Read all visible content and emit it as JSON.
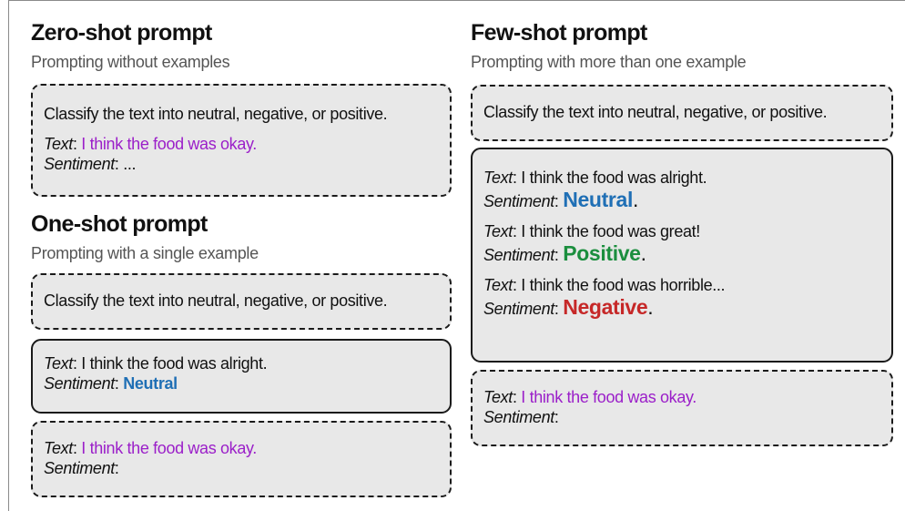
{
  "instruction": "Classify the text into neutral, negative, or positive.",
  "labels": {
    "text": "Text",
    "sentiment": "Sentiment",
    "colon": ":",
    "period": "."
  },
  "zero_shot": {
    "title": "Zero-shot prompt",
    "subtitle": "Prompting without examples",
    "query_text": "I think the food was okay.",
    "sentiment_value": "..."
  },
  "one_shot": {
    "title": "One-shot prompt",
    "subtitle": "Prompting with a single example",
    "example_text": "I think the food was alright.",
    "example_sentiment": "Neutral",
    "query_text": "I think the food was okay."
  },
  "few_shot": {
    "title": "Few-shot prompt",
    "subtitle": "Prompting with more than one example",
    "examples": [
      {
        "text": "I think the food was alright.",
        "sentiment": "Neutral"
      },
      {
        "text": "I think the food was great!",
        "sentiment": "Positive"
      },
      {
        "text": "I think the food was horrible...",
        "sentiment": "Negative"
      }
    ],
    "query_text": "I think the food was okay."
  },
  "colors": {
    "query_text": "#9b1fc9",
    "neutral": "#1f6fb5",
    "positive": "#1b8e3e",
    "negative": "#c62828",
    "box_fill": "#e8e8e8"
  }
}
